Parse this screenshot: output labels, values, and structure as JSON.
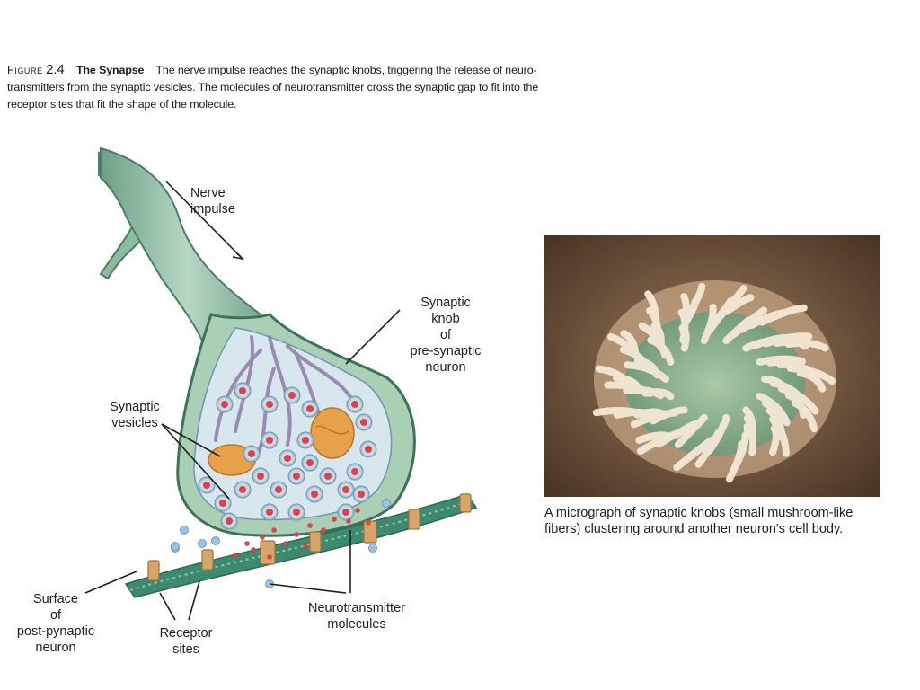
{
  "figure": {
    "label": "Figure",
    "number": "2.4",
    "title": "The Synapse",
    "text": "The nerve impulse reaches the synaptic knobs, triggering the release of neuro- transmitters from the synaptic vesicles. The molecules of neurotransmitter cross the synaptic gap to fit into the receptor sites that fit the shape of the molecule."
  },
  "labels": {
    "nerve_impulse": "Nerve\n  impulse",
    "synaptic_knob": "Synaptic\nknob\nof\npre-synaptic\nneuron",
    "synaptic_vesicles": "Synaptic\nvesicles",
    "surface": "Surface\nof\npost-pynaptic\nneuron",
    "receptor_sites": "Receptor\nsites",
    "neurotransmitter": "Neurotransmitter\nmolecules"
  },
  "micrograph": {
    "caption": "A micrograph of synaptic knobs (small mushroom-like fibers) clustering around another neuron's cell body."
  },
  "colors": {
    "neuron_green": "#9cc7ad",
    "neuron_dark": "#4c7e64",
    "vesicle_red": "#d9434b",
    "mitochondria_orange": "#e6a14a",
    "receptor_tan": "#d7a46b",
    "membrane_green": "#3d8a6f"
  }
}
